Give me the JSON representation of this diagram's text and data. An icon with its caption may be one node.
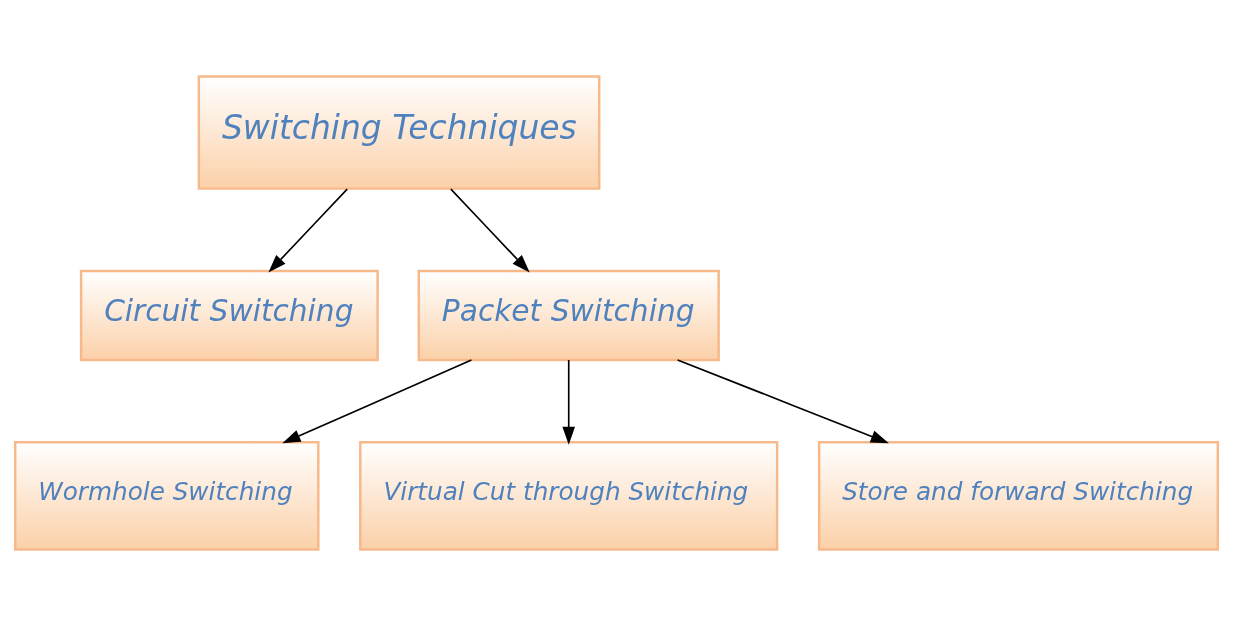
{
  "diagram": {
    "nodes": [
      {
        "text": [
          "Switching Techniques"
        ]
      },
      {
        "text": [
          "Circuit Switching"
        ]
      },
      {
        "text": [
          "Packet Switching"
        ]
      },
      {
        "text": [
          "Wormhole Switching"
        ]
      },
      {
        "text": [
          "Virtual Cut through Switching"
        ]
      },
      {
        "text": [
          "Store and forward Switching"
        ]
      }
    ],
    "edges": [
      {
        "from": 0,
        "to": 1,
        "arrow": "to"
      },
      {
        "from": 0,
        "to": 2,
        "arrow": "to"
      },
      {
        "from": 2,
        "to": 3,
        "arrow": "to"
      },
      {
        "from": 2,
        "to": 4,
        "arrow": "to"
      },
      {
        "from": 2,
        "to": 5,
        "arrow": "to"
      }
    ]
  }
}
